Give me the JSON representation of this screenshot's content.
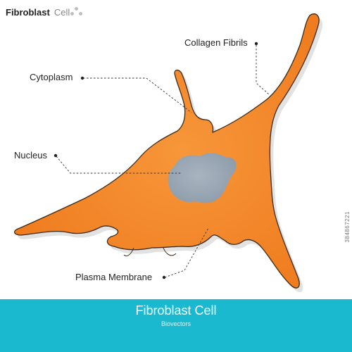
{
  "header": {
    "title": "Fibroblast",
    "subtitle": "Cell"
  },
  "labels": {
    "collagen_fibrils": "Collagen Fibrils",
    "cytoplasm": "Cytoplasm",
    "nucleus": "Nucleus",
    "plasma_membrane": "Plasma Membrane"
  },
  "footer": {
    "title": "Fibroblast Cell",
    "credit": "Biovectors"
  },
  "stock_id": "384867221",
  "colors": {
    "cytoplasm": "#f68a2a",
    "nucleus": "#9aa7b4",
    "outline": "#3a2a1a",
    "footer": "#1ab9cf"
  }
}
